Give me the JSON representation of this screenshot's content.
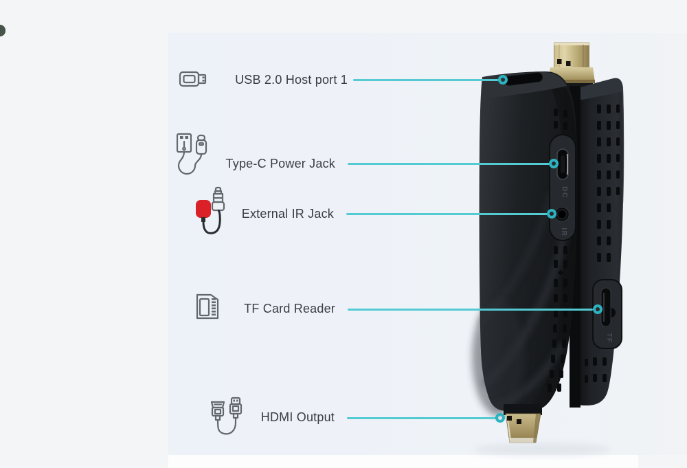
{
  "colors": {
    "page_background": "#f4f5f6",
    "panel_background": "#eef3f8",
    "leader_line": "#54cad3",
    "marker_ring": "#2db3c0",
    "label_text": "#383d43",
    "ir_red": "#d92127",
    "icon_stroke": "#63686d",
    "device_body": "#1d2023",
    "hdmi_gold": "#c9b989"
  },
  "callouts": [
    {
      "text": "USB 2.0 Host port 1",
      "icon": "usb-plug-icon"
    },
    {
      "text": "Type-C Power Jack",
      "icon": "usb-type-c-cable-icon"
    },
    {
      "text": "External IR Jack",
      "icon": "ir-receiver-cable-icon"
    },
    {
      "text": "TF Card Reader",
      "icon": "tf-card-icon"
    },
    {
      "text": "HDMI Output",
      "icon": "hdmi-adapter-cable-icon"
    }
  ],
  "device_port_labels": {
    "dc": "DC",
    "ir": "IR",
    "tf": "TF"
  }
}
